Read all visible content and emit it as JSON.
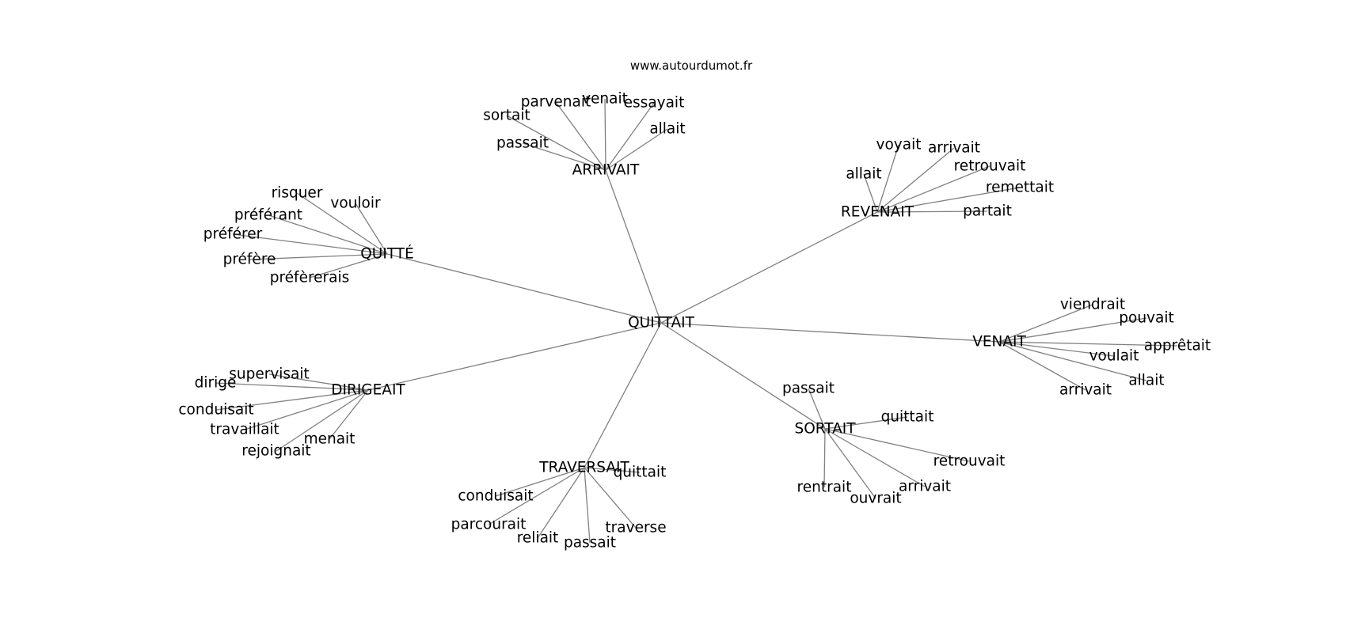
{
  "credit": "www.autourdumot.fr",
  "graph": {
    "center": "QUITTAIT",
    "hubs": [
      {
        "label": "ARRIVAIT",
        "leaves": [
          "passait",
          "sortait",
          "parvenait",
          "venait",
          "essayait",
          "allait"
        ]
      },
      {
        "label": "REVENAIT",
        "leaves": [
          "allait",
          "voyait",
          "arrivait",
          "retrouvait",
          "remettait",
          "partait"
        ]
      },
      {
        "label": "QUITTÉ",
        "leaves": [
          "risquer",
          "vouloir",
          "préférant",
          "préférer",
          "préfère",
          "préfèrerais"
        ]
      },
      {
        "label": "VENAIT",
        "leaves": [
          "viendrait",
          "pouvait",
          "apprêtait",
          "voulait",
          "allait",
          "arrivait"
        ]
      },
      {
        "label": "DIRIGEAIT",
        "leaves": [
          "supervisait",
          "dirige",
          "conduisait",
          "travaillait",
          "rejoignait",
          "menait"
        ]
      },
      {
        "label": "SORTAIT",
        "leaves": [
          "passait",
          "quittait",
          "retrouvait",
          "arrivait",
          "ouvrait",
          "rentrait"
        ]
      },
      {
        "label": "TRAVERSAIT",
        "leaves": [
          "quittait",
          "conduisait",
          "parcourait",
          "reliait",
          "passait",
          "traverse"
        ]
      }
    ]
  }
}
